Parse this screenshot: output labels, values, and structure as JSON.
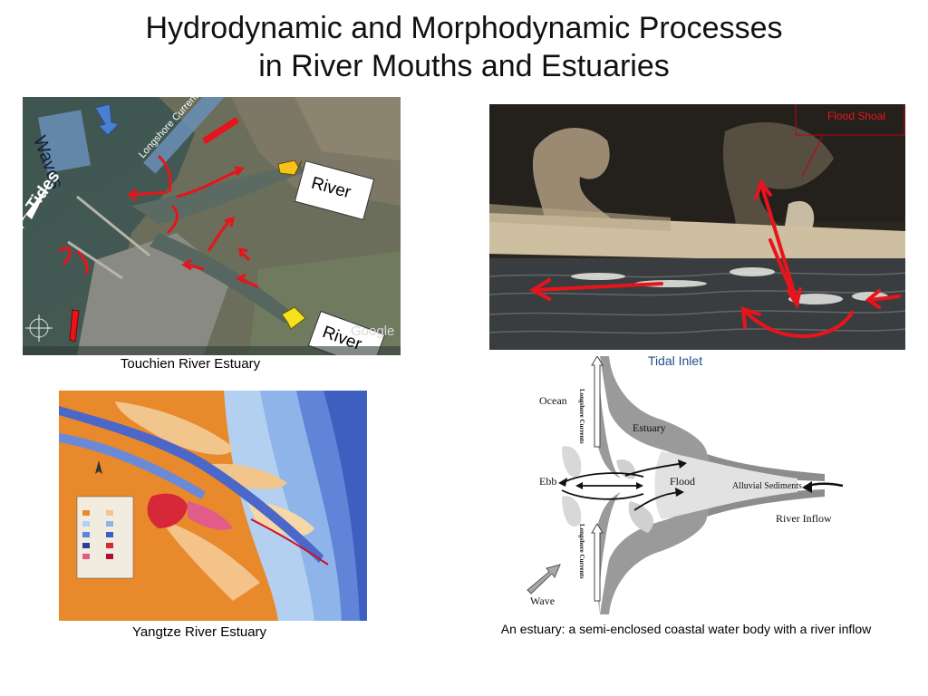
{
  "slide": {
    "title_line1": "Hydrodynamic and Morphodynamic Processes",
    "title_line2": "in River Mouths and Estuaries"
  },
  "touchien": {
    "caption": "Touchien River Estuary",
    "labels": {
      "waves": "Waves",
      "longshore": "Longshore Current",
      "tides": "Tides",
      "river_top": "River",
      "river_bottom": "River",
      "google": "Google"
    }
  },
  "tidal_inlet": {
    "caption": "Tidal Inlet",
    "flood_shoal": "Flood Shoal"
  },
  "yangtze": {
    "caption": "Yangtze River Estuary"
  },
  "estuary_diagram": {
    "caption": "An estuary: a semi-enclosed coastal water body with a river inflow",
    "labels": {
      "ocean": "Ocean",
      "estuary": "Estuary",
      "ebb": "Ebb",
      "flood": "Flood",
      "alluvial": "Alluvial Sediments",
      "river_inflow": "River Inflow",
      "wave": "Wave",
      "longshore_top": "Longshore Currents",
      "longshore_bottom": "Longshore Currents"
    }
  },
  "colors": {
    "arrow_red": "#e8141b",
    "map_orange": "#e8892c",
    "map_blue": "#3d5fc0"
  }
}
